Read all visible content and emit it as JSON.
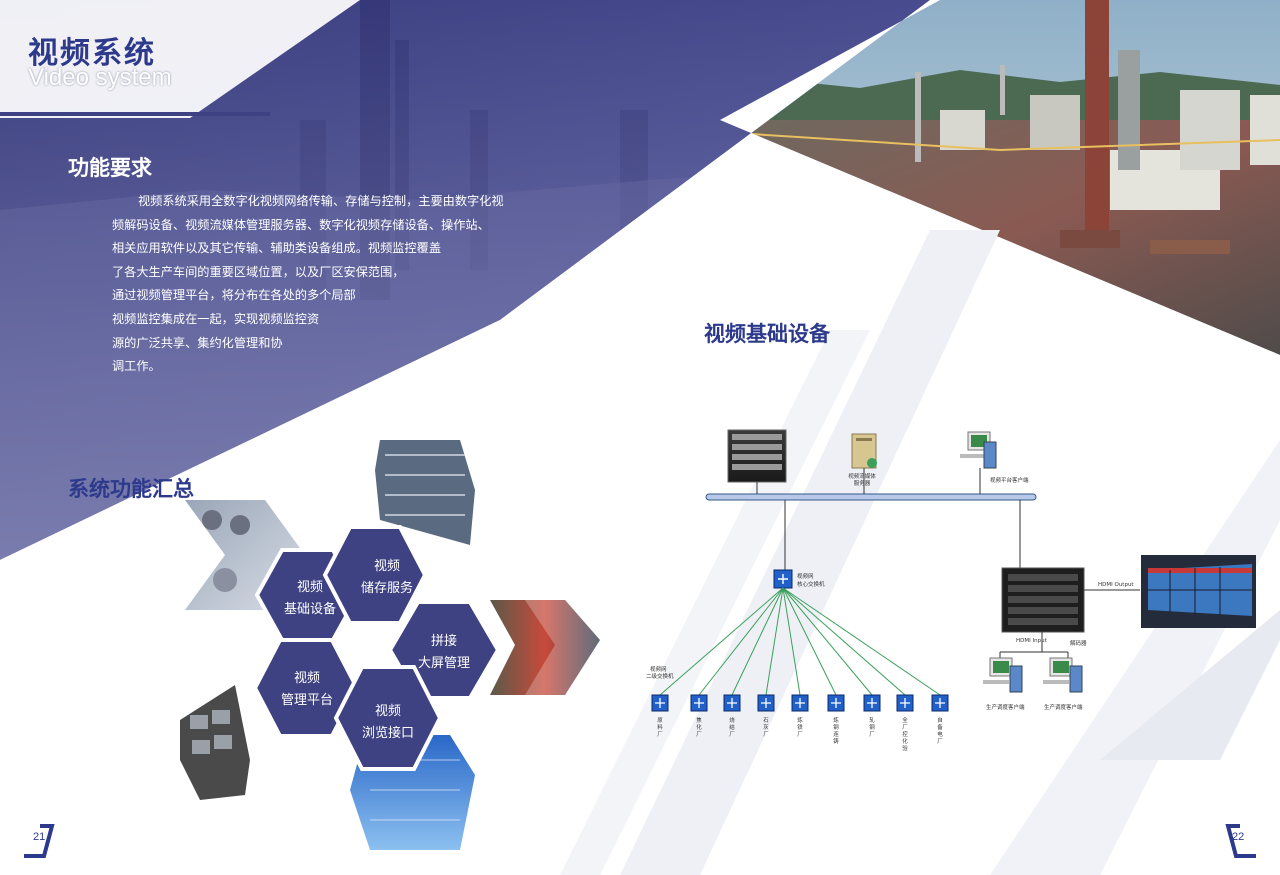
{
  "header": {
    "title_zh": "视频系统",
    "title_en": "Video system"
  },
  "requirements": {
    "title": "功能要求",
    "lines": [
      "视频系统采用全数字化视频网络传输、存储与控制，主要由数字化视",
      "频解码设备、视频流媒体管理服务器、数字化视频存储设备、操作站、",
      "相关应用软件以及其它传输、辅助类设备组成。视频监控覆盖",
      "了各大生产车间的重要区域位置，以及厂区安保范围，",
      "通过视频管理平台，将分布在各处的多个局部",
      "视频监控集成在一起，实现视频监控资",
      "源的广泛共享、集约化管理和协",
      "调工作。"
    ]
  },
  "summary": {
    "title": "系统功能汇总",
    "hexes": [
      {
        "line1": "视频",
        "line2": "基础设备"
      },
      {
        "line1": "视频",
        "line2": "储存服务"
      },
      {
        "line1": "拼接",
        "line2": "大屏管理"
      },
      {
        "line1": "视频",
        "line2": "管理平台"
      },
      {
        "line1": "视频",
        "line2": "浏览接口"
      }
    ]
  },
  "equipment": {
    "title": "视频基础设备",
    "diagram": {
      "media_server_label": [
        "视频流媒体",
        "服务器"
      ],
      "platform_client_label": "视频平台客户端",
      "core_switch_label": [
        "视频网",
        "核心交换机"
      ],
      "secondary_switch_label": [
        "视频网",
        "二级交换机"
      ],
      "hdmi_output": "HDMI Output",
      "hdmi_input": "HDMI Input",
      "decoder_label": "解码器",
      "dispatch_client_label": "生产调度客户端",
      "plants": [
        "原料厂",
        "焦化厂",
        "烧结厂",
        "石灰厂",
        "炼铁厂",
        "炼钢连铸",
        "轧钢厂",
        "全厂控化验",
        "自备电厂"
      ]
    }
  },
  "pages": {
    "left": "21",
    "right": "22"
  },
  "colors": {
    "navy": "#2d3a8c",
    "purple": "#3e4282",
    "switch_blue": "#2060c8",
    "link_green": "#3aa05a"
  }
}
